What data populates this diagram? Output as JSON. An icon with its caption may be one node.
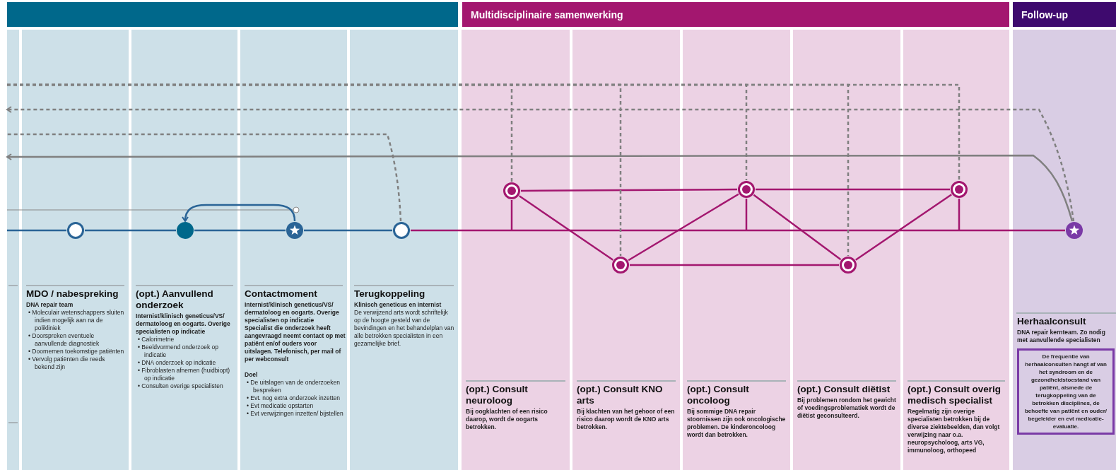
{
  "diagram": {
    "nodes": [
      {
        "text": [],
        "shape": "bar"
      },
      {
        "text": [
          "Multidisciplinaire samenwerking"
        ]
      },
      {
        "text": [
          "Follow-up"
        ]
      },
      {
        "text": [],
        "shape": "circle"
      },
      {
        "text": [],
        "shape": "circle"
      },
      {
        "text": [],
        "shape": "circle"
      },
      {
        "text": [],
        "shape": "circle"
      },
      {
        "text": [],
        "shape": "circle"
      },
      {
        "text": [],
        "shape": "circle"
      },
      {
        "text": [],
        "shape": "circle"
      },
      {
        "text": [],
        "shape": "circle"
      },
      {
        "text": [],
        "shape": "circle"
      },
      {
        "text": [],
        "shape": "circle"
      },
      {
        "text": [
          "MDO / nabespreking",
          "DNA repair team",
          "• Moleculair wetenschappers sluiten indien mogelijk aan na de polikliniek",
          "• Doorspreken eventuele aanvullende diagnostiek",
          "• Doornemen toekomstige patiënten",
          "• Vervolg patiënten die reeds bekend zijn"
        ]
      },
      {
        "text": [
          "(opt.) Aanvullend onderzoek",
          "Internist/klinisch geneticus/VS/ dermatoloog en oogarts. Overige specialisten op indicatie",
          "• Calorimetrie",
          "• Beeldvormend onderzoek op indicatie",
          "• DNA onderzoek op indicatie",
          "• Fibroblasten afnemen (huidbiopt) op indicatie",
          "• Consulten overige specialisten"
        ]
      },
      {
        "text": [
          "Contactmoment",
          "Internist/klinisch geneticus/VS/ dermatoloog en oogarts. Overige specialisten op indicatie",
          "Specialist die onderzoek heeft aangevraagd neemt contact op met patiënt en/of ouders voor uitslagen. Telefonisch, per mail of per webconsult",
          "Doel",
          "• De uitslagen van de onderzoeken bespreken",
          "• Evt. nog extra onderzoek inzetten",
          "• Evt medicatie opstarten",
          "• Evt verwijzingen inzetten/ bijstellen"
        ]
      },
      {
        "text": [
          "Terugkoppeling",
          "Klinisch geneticus en internist",
          "De verwijzend arts wordt schriftelijk op de hoogte gesteld van de bevindingen en het behandelplan van alle betrokken specialisten in een gezamelijke brief."
        ]
      },
      {
        "text": [
          "(opt.) Consult neuroloog",
          "Bij oogklachten of een risico daarop, wordt de oogarts betrokken."
        ]
      },
      {
        "text": [
          "(opt.) Consult KNO arts",
          "Bij klachten van het gehoor of een risico daarop wordt de KNO arts betrokken."
        ]
      },
      {
        "text": [
          "(opt.) Consult oncoloog",
          "Bij sommige DNA repair stoornissen zijn ook oncologische problemen. De kinderoncoloog wordt dan betrokken."
        ]
      },
      {
        "text": [
          "(opt.) Consult diëtist",
          "Bij problemen rondom het gewicht of voedingsproblematiek wordt de diëtist geconsulteerd."
        ]
      },
      {
        "text": [
          "(opt.) Consult overig medisch specialist",
          "Regelmatig zijn overige specialisten betrokken bij de diverse ziektebeelden, dan volgt verwijzing naar o.a. neuropsycholoog, arts VG, immunoloog, orthopeed"
        ]
      },
      {
        "text": [
          "Herhaalconsult",
          "DNA repair kernteam. Zo nodig met aanvullende specialisten"
        ]
      },
      {
        "text": [
          "De frequentie van herhaalconsulten hangt af van het syndroom en de gezondheidstoestand van patiënt, alsmede de terugkoppeling van de betrokken disciplines, de behoefte van patiënt en ouder/ begeleider en evt medicatie-evaluatie."
        ],
        "in": 22
      }
    ],
    "edges": [
      {
        "from": null,
        "to": 3,
        "arrow": "none",
        "color": "#2a6496"
      },
      {
        "from": 3,
        "to": 4,
        "arrow": "none",
        "color": "#2a6496"
      },
      {
        "from": 4,
        "to": 5,
        "arrow": "none",
        "color": "#2a6496"
      },
      {
        "from": 5,
        "to": 6,
        "arrow": "none",
        "color": "#2a6496"
      },
      {
        "from": 6,
        "to": 12,
        "arrow": "none"
      },
      {
        "from": 5,
        "to": 4,
        "arrow": "to",
        "color": "#2a6496"
      },
      {
        "from": 7,
        "to": 8,
        "arrow": "none"
      },
      {
        "from": 7,
        "to": 9,
        "arrow": "none"
      },
      {
        "from": 8,
        "to": 9,
        "arrow": "none"
      },
      {
        "from": 8,
        "to": 10,
        "arrow": "none"
      },
      {
        "from": 9,
        "to": 10,
        "arrow": "none"
      },
      {
        "from": 9,
        "to": 11,
        "arrow": "none"
      },
      {
        "from": 10,
        "to": 11,
        "arrow": "none"
      },
      {
        "from": 12,
        "to": null,
        "arrow": "to",
        "color": "#808080"
      },
      {
        "from": 12,
        "to": null,
        "arrow": "to",
        "style": "dashed",
        "color": "#808080"
      },
      {
        "from": 6,
        "to": null,
        "arrow": "none",
        "style": "dashed",
        "color": "#808080"
      },
      {
        "from": null,
        "to": 7,
        "arrow": "none",
        "style": "dashed",
        "color": "#808080"
      },
      {
        "from": null,
        "to": 8,
        "arrow": "none",
        "style": "dashed",
        "color": "#808080"
      },
      {
        "from": null,
        "to": 9,
        "arrow": "none",
        "style": "dashed",
        "color": "#808080"
      },
      {
        "from": null,
        "to": 10,
        "arrow": "none",
        "style": "dashed",
        "color": "#808080"
      },
      {
        "from": null,
        "to": 11,
        "arrow": "none",
        "style": "dashed",
        "color": "#808080"
      },
      {
        "from": 7,
        "to": null,
        "arrow": "none"
      },
      {
        "from": 9,
        "to": null,
        "arrow": "none"
      },
      {
        "from": 11,
        "to": null,
        "arrow": "none"
      }
    ]
  }
}
